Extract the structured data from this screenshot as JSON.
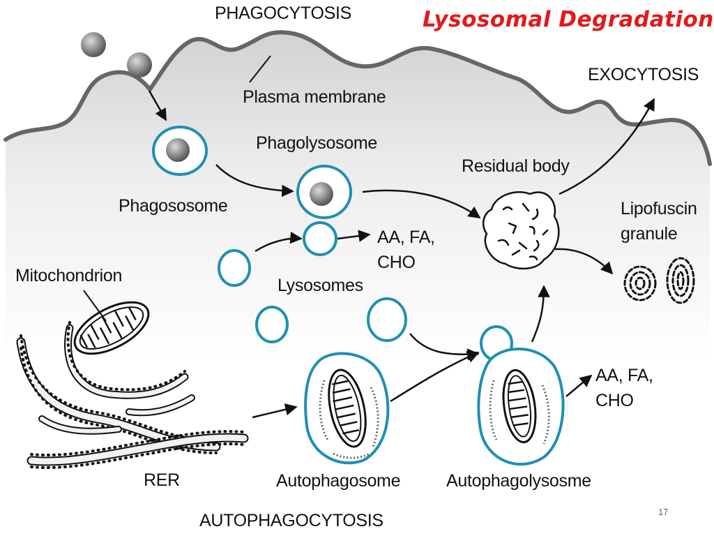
{
  "title": "Lysosomal  Degradation",
  "page_number": "17",
  "colors": {
    "title": "#e41919",
    "membrane": "#666666",
    "organelle_outline": "#1f8fb3",
    "text": "#111111"
  },
  "labels": {
    "phagocytosis": "PHAGOCYTOSIS",
    "plasma_membrane": "Plasma membrane",
    "exocytosis": "EXOCYTOSIS",
    "phagosome": "Phagososome",
    "phagolysosome": "Phagolysosome",
    "residual_body": "Residual body",
    "lipofuscin_line1": "Lipofuscin",
    "lipofuscin_line2": "granule",
    "aa_fa_top_line1": "AA, FA,",
    "aa_fa_top_line2": "CHO",
    "lysosomes": "Lysosomes",
    "mitochondrion": "Mitochondrion",
    "aa_fa_bottom_line1": "AA, FA,",
    "aa_fa_bottom_line2": "CHO",
    "rer": "RER",
    "autophagosome": "Autophagosome",
    "autophagolysosome": "Autophagolysosme",
    "autophagocytosis": "AUTOPHAGOCYTOSIS"
  }
}
